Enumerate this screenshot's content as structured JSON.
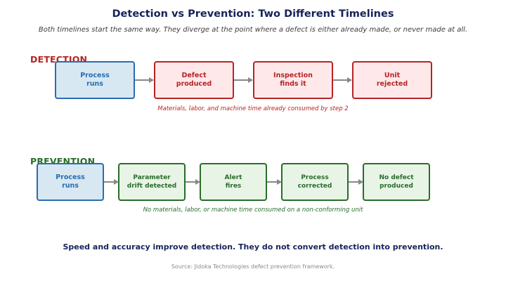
{
  "title": "Detection vs Prevention: Two Different Timelines",
  "subtitle": "Both timelines start the same way. They diverge at the point where a defect is either already made, or never made at all.",
  "detection": {
    "label": "DETECTION",
    "steps": [
      "Process\nruns",
      "Defect\nproduced",
      "Inspection\nfinds it",
      "Unit\nrejected"
    ],
    "caption": "Materials, labor, and machine time already consumed by step 2"
  },
  "prevention": {
    "label": "PREVENTION",
    "steps": [
      "Process\nruns",
      "Parameter\ndrift detected",
      "Alert\nfires",
      "Process\ncorrected",
      "No defect\nproduced"
    ],
    "caption": "No materials, labor, or machine time consumed on a non-conforming unit"
  },
  "takeaway": "Speed and accuracy improve detection. They do not convert detection into prevention.",
  "source": "Source: Jidoka Technologies defect prevention framework.",
  "colors": {
    "navy": "#16235a",
    "detection_red": "#b52424",
    "prevention_green": "#2a6d2a",
    "start_blue": "#2a6db0",
    "arrow_gray": "#888888"
  }
}
